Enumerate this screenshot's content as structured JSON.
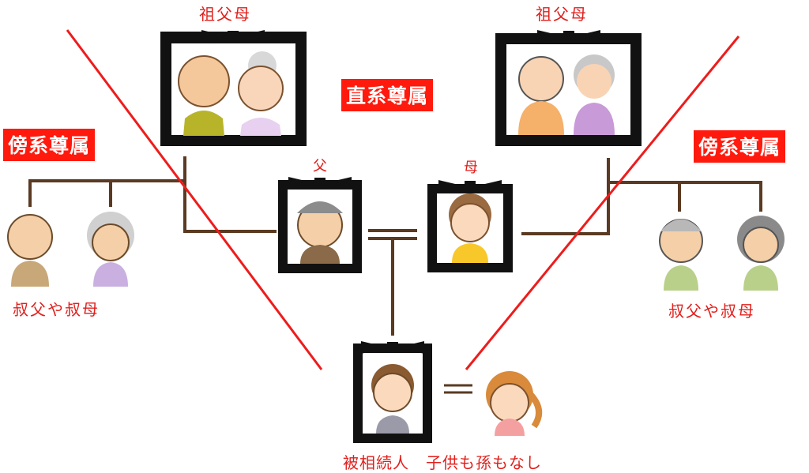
{
  "labels": {
    "grandparents_left": "祖父母",
    "grandparents_right": "祖父母",
    "lineal": "直系尊属",
    "collateral_left": "傍系尊属",
    "collateral_right": "傍系尊属",
    "father": "父",
    "mother": "母",
    "uncle_aunt_left": "叔父や叔母",
    "uncle_aunt_right": "叔父や叔母",
    "decedent_caption": "被相続人　子供も孫もなし"
  },
  "colors": {
    "accent_red": "#e0201c",
    "badge_red": "#ff1a0d",
    "connector_brown": "#5a3a22",
    "frame_black": "#111111"
  },
  "icons": [
    "mourning-frame-icon",
    "person-icon"
  ]
}
